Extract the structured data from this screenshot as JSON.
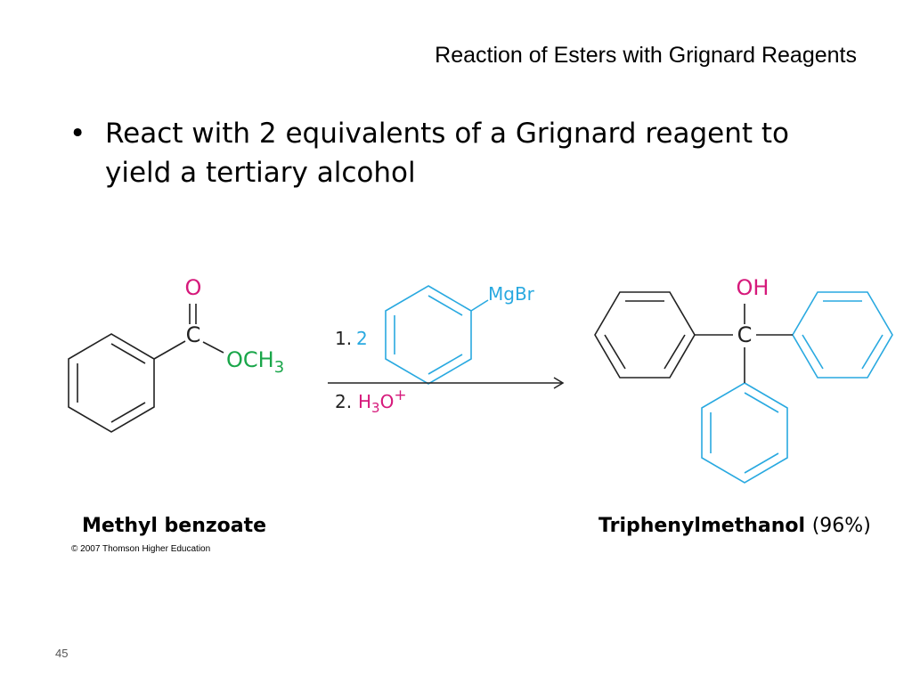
{
  "slide": {
    "title": "Reaction of Esters with Grignard Reagents",
    "bullet": "React with 2 equivalents of a Grignard reagent to yield a tertiary alcohol",
    "slide_number": "45"
  },
  "scheme": {
    "reactant": {
      "name": "Methyl benzoate",
      "atom_o": "O",
      "atom_c": "C",
      "group_och": "OCH",
      "group_sub": "3"
    },
    "reagents": {
      "step1_prefix": "1.",
      "step1_count": "2",
      "grignard": "MgBr",
      "step2_prefix": "2.",
      "acid_h": "H",
      "acid_sub": "3",
      "acid_o": "O",
      "acid_sup": "+"
    },
    "product": {
      "name": "Triphenylmethanol",
      "yield": "(96%)",
      "atom_oh": "OH",
      "atom_c": "C"
    },
    "copyright": "© 2007 Thomson Higher Education"
  },
  "colors": {
    "oxygen": "#d6197b",
    "methoxy": "#1aa64a",
    "phenyl_grignard": "#29a9e0",
    "bonds": "#222222"
  }
}
